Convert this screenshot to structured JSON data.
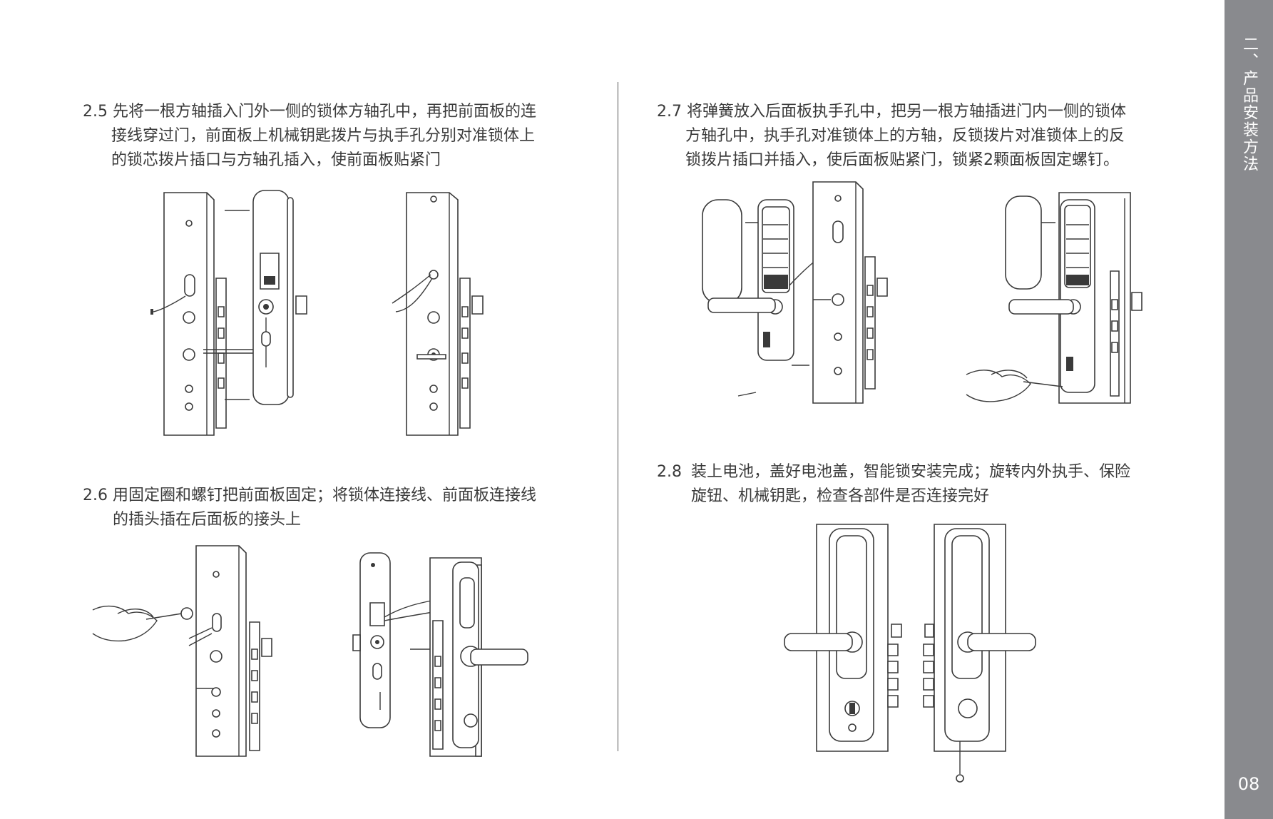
{
  "steps": [
    {
      "num": "2.5",
      "lines": [
        "先将一根方轴插入门外一侧的锁体方轴孔中，再把前面板的连",
        "接线穿过门，前面板上机械钥匙拨片与执手孔分别对准锁体上",
        "的锁芯拨片插口与方轴孔插入，使前面板贴紧门"
      ]
    },
    {
      "num": "2.6",
      "lines": [
        "用固定圈和螺钉把前面板固定；将锁体连接线、前面板连接线",
        "的插头插在后面板的接头上"
      ]
    },
    {
      "num": "2.7",
      "lines": [
        "将弹簧放入后面板执手孔中，把另一根方轴插进门内一侧的锁体",
        "方轴孔中，执手孔对准锁体上的方轴，反锁拨片对准锁体上的反",
        "锁拨片插口并插入，使后面板贴紧门，锁紧2颗面板固定螺钉。"
      ]
    },
    {
      "num": "2.8",
      "lines": [
        "装上电池，盖好电池盖，智能锁安装完成；旋转内外执手、保险",
        "旋钮、机械钥匙，检查各部件是否连接完好"
      ]
    }
  ],
  "sidebar": {
    "chapter": "二、产品安装方法",
    "page": "08"
  },
  "figures": [
    {
      "name": "door-front-panel-insertion",
      "icon": "door-lock-diagram"
    },
    {
      "name": "door-front-panel-fitted",
      "icon": "door-lock-diagram"
    },
    {
      "name": "screwdriver-fixing-ring",
      "icon": "hand-screwdriver"
    },
    {
      "name": "back-panel-connectors",
      "icon": "door-lock-diagram"
    },
    {
      "name": "back-panel-installation",
      "icon": "door-lock-diagram"
    },
    {
      "name": "back-panel-screw-tightening",
      "icon": "hand-screwdriver"
    },
    {
      "name": "complete-lock-front-back",
      "icon": "door-lock-diagram"
    }
  ]
}
